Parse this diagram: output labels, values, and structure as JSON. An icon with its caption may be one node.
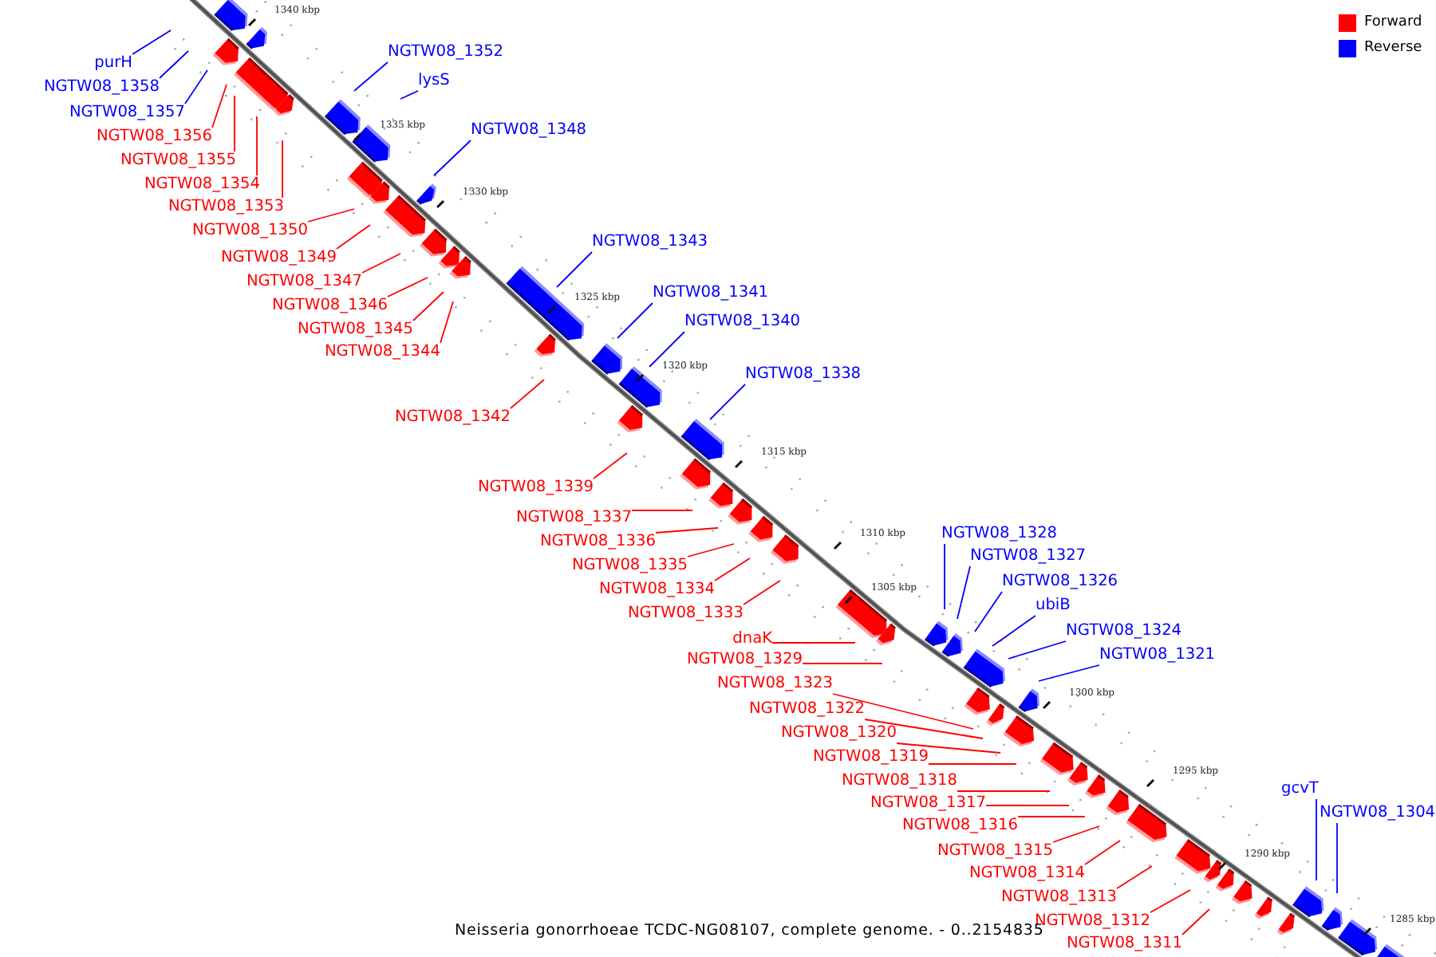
{
  "diagram": {
    "caption": "Neisseria gonorrhoeae TCDC-NG08107, complete genome. - 0..2154835",
    "nodes": [
      {
        "text": [
          "NGTW08_1352"
        ]
      },
      {
        "text": [
          "purH"
        ]
      },
      {
        "text": [
          "lysS"
        ]
      },
      {
        "text": [
          "NGTW08_1358"
        ]
      },
      {
        "text": [
          "NGTW08_1357"
        ]
      },
      {
        "text": [
          "NGTW08_1348"
        ]
      },
      {
        "text": [
          "NGTW08_1356"
        ]
      },
      {
        "text": [
          "NGTW08_1355"
        ]
      },
      {
        "text": [
          "NGTW08_1354"
        ]
      },
      {
        "text": [
          "NGTW08_1353"
        ]
      },
      {
        "text": [
          "NGTW08_1350"
        ]
      },
      {
        "text": [
          "NGTW08_1343"
        ]
      },
      {
        "text": [
          "NGTW08_1349"
        ]
      },
      {
        "text": [
          "NGTW08_1347"
        ]
      },
      {
        "text": [
          "NGTW08_1341"
        ]
      },
      {
        "text": [
          "NGTW08_1346"
        ]
      },
      {
        "text": [
          "NGTW08_1340"
        ]
      },
      {
        "text": [
          "NGTW08_1345"
        ]
      },
      {
        "text": [
          "NGTW08_1344"
        ]
      },
      {
        "text": [
          "NGTW08_1338"
        ]
      },
      {
        "text": [
          "NGTW08_1342"
        ]
      },
      {
        "text": [
          "NGTW08_1339"
        ]
      },
      {
        "text": [
          "NGTW08_1337"
        ]
      },
      {
        "text": [
          "NGTW08_1328"
        ]
      },
      {
        "text": [
          "NGTW08_1336"
        ]
      },
      {
        "text": [
          "NGTW08_1327"
        ]
      },
      {
        "text": [
          "NGTW08_1335"
        ]
      },
      {
        "text": [
          "NGTW08_1326"
        ]
      },
      {
        "text": [
          "NGTW08_1334"
        ]
      },
      {
        "text": [
          "ubiB"
        ]
      },
      {
        "text": [
          "NGTW08_1333"
        ]
      },
      {
        "text": [
          "NGTW08_1324"
        ]
      },
      {
        "text": [
          "dnaK"
        ]
      },
      {
        "text": [
          "NGTW08_1321"
        ]
      },
      {
        "text": [
          "NGTW08_1329"
        ]
      },
      {
        "text": [
          "NGTW08_1323"
        ]
      },
      {
        "text": [
          "NGTW08_1322"
        ]
      },
      {
        "text": [
          "NGTW08_1320"
        ]
      },
      {
        "text": [
          "NGTW08_1319"
        ]
      },
      {
        "text": [
          "NGTW08_1318"
        ]
      },
      {
        "text": [
          "gcvT"
        ]
      },
      {
        "text": [
          "NGTW08_1317"
        ]
      },
      {
        "text": [
          "NGTW08_1304"
        ]
      },
      {
        "text": [
          "NGTW08_1316"
        ]
      },
      {
        "text": [
          "NGTW08_1315"
        ]
      },
      {
        "text": [
          "NGTW08_1314"
        ]
      },
      {
        "text": [
          "NGTW08_1313"
        ]
      },
      {
        "text": [
          "NGTW08_1312"
        ]
      },
      {
        "text": [
          "NGTW08_1311"
        ]
      }
    ],
    "edges": [
      {
        "from": 0,
        "to": null,
        "arrow": "none",
        "color": "#0000ff"
      },
      {
        "from": 1,
        "to": null,
        "arrow": "none",
        "color": "#0000ff"
      },
      {
        "from": 2,
        "to": null,
        "arrow": "none",
        "color": "#0000ff"
      },
      {
        "from": 3,
        "to": null,
        "arrow": "none",
        "color": "#0000ff"
      },
      {
        "from": 4,
        "to": null,
        "arrow": "none",
        "color": "#0000ff"
      },
      {
        "from": 5,
        "to": null,
        "arrow": "none",
        "color": "#0000ff"
      },
      {
        "from": 6,
        "to": null,
        "arrow": "none"
      },
      {
        "from": 7,
        "to": null,
        "arrow": "none"
      },
      {
        "from": 8,
        "to": null,
        "arrow": "none"
      },
      {
        "from": 9,
        "to": null,
        "arrow": "none"
      },
      {
        "from": 10,
        "to": null,
        "arrow": "none"
      },
      {
        "from": 11,
        "to": null,
        "arrow": "none",
        "color": "#0000ff"
      },
      {
        "from": 12,
        "to": null,
        "arrow": "none"
      },
      {
        "from": 13,
        "to": null,
        "arrow": "none"
      },
      {
        "from": 14,
        "to": null,
        "arrow": "none",
        "color": "#0000ff"
      },
      {
        "from": 15,
        "to": null,
        "arrow": "none"
      },
      {
        "from": 16,
        "to": null,
        "arrow": "none",
        "color": "#0000ff"
      },
      {
        "from": 17,
        "to": null,
        "arrow": "none"
      },
      {
        "from": 18,
        "to": null,
        "arrow": "none"
      },
      {
        "from": 19,
        "to": null,
        "arrow": "none",
        "color": "#0000ff"
      },
      {
        "from": 20,
        "to": null,
        "arrow": "none"
      },
      {
        "from": 21,
        "to": null,
        "arrow": "none"
      },
      {
        "from": 22,
        "to": null,
        "arrow": "none"
      },
      {
        "from": 23,
        "to": null,
        "arrow": "none",
        "color": "#0000ff"
      },
      {
        "from": 24,
        "to": null,
        "arrow": "none"
      },
      {
        "from": 25,
        "to": null,
        "arrow": "none",
        "color": "#0000ff"
      },
      {
        "from": 26,
        "to": null,
        "arrow": "none"
      },
      {
        "from": 27,
        "to": null,
        "arrow": "none",
        "color": "#0000ff"
      },
      {
        "from": 28,
        "to": null,
        "arrow": "none"
      },
      {
        "from": 29,
        "to": null,
        "arrow": "none",
        "color": "#0000ff"
      },
      {
        "from": 30,
        "to": null,
        "arrow": "none"
      },
      {
        "from": 31,
        "to": null,
        "arrow": "none",
        "color": "#0000ff"
      },
      {
        "from": 32,
        "to": null,
        "arrow": "none"
      },
      {
        "from": 33,
        "to": null,
        "arrow": "none",
        "color": "#0000ff"
      },
      {
        "from": 34,
        "to": null,
        "arrow": "none"
      },
      {
        "from": 35,
        "to": null,
        "arrow": "none"
      },
      {
        "from": 36,
        "to": null,
        "arrow": "none"
      },
      {
        "from": 37,
        "to": null,
        "arrow": "none"
      },
      {
        "from": 38,
        "to": null,
        "arrow": "none"
      },
      {
        "from": 39,
        "to": null,
        "arrow": "none"
      },
      {
        "from": 40,
        "to": null,
        "arrow": "none",
        "color": "#0000ff"
      },
      {
        "from": 41,
        "to": null,
        "arrow": "none"
      },
      {
        "from": 42,
        "to": null,
        "arrow": "none",
        "color": "#0000ff"
      },
      {
        "from": 43,
        "to": null,
        "arrow": "none"
      },
      {
        "from": 44,
        "to": null,
        "arrow": "none"
      },
      {
        "from": 45,
        "to": null,
        "arrow": "none"
      },
      {
        "from": 46,
        "to": null,
        "arrow": "none"
      },
      {
        "from": 47,
        "to": null,
        "arrow": "none"
      },
      {
        "from": 48,
        "to": null,
        "arrow": "none"
      }
    ],
    "labels": [
      "1340 kbp",
      "1335 kbp",
      "1330 kbp",
      "1325 kbp",
      "1320 kbp",
      "1315 kbp",
      "1310 kbp",
      "1305 kbp",
      "1300 kbp",
      "1295 kbp",
      "1290 kbp",
      "1285 kbp"
    ],
    "legend": [
      {
        "text": "Forward",
        "color": "#ff0000"
      },
      {
        "text": "Reverse",
        "color": "#0000ff"
      }
    ]
  }
}
